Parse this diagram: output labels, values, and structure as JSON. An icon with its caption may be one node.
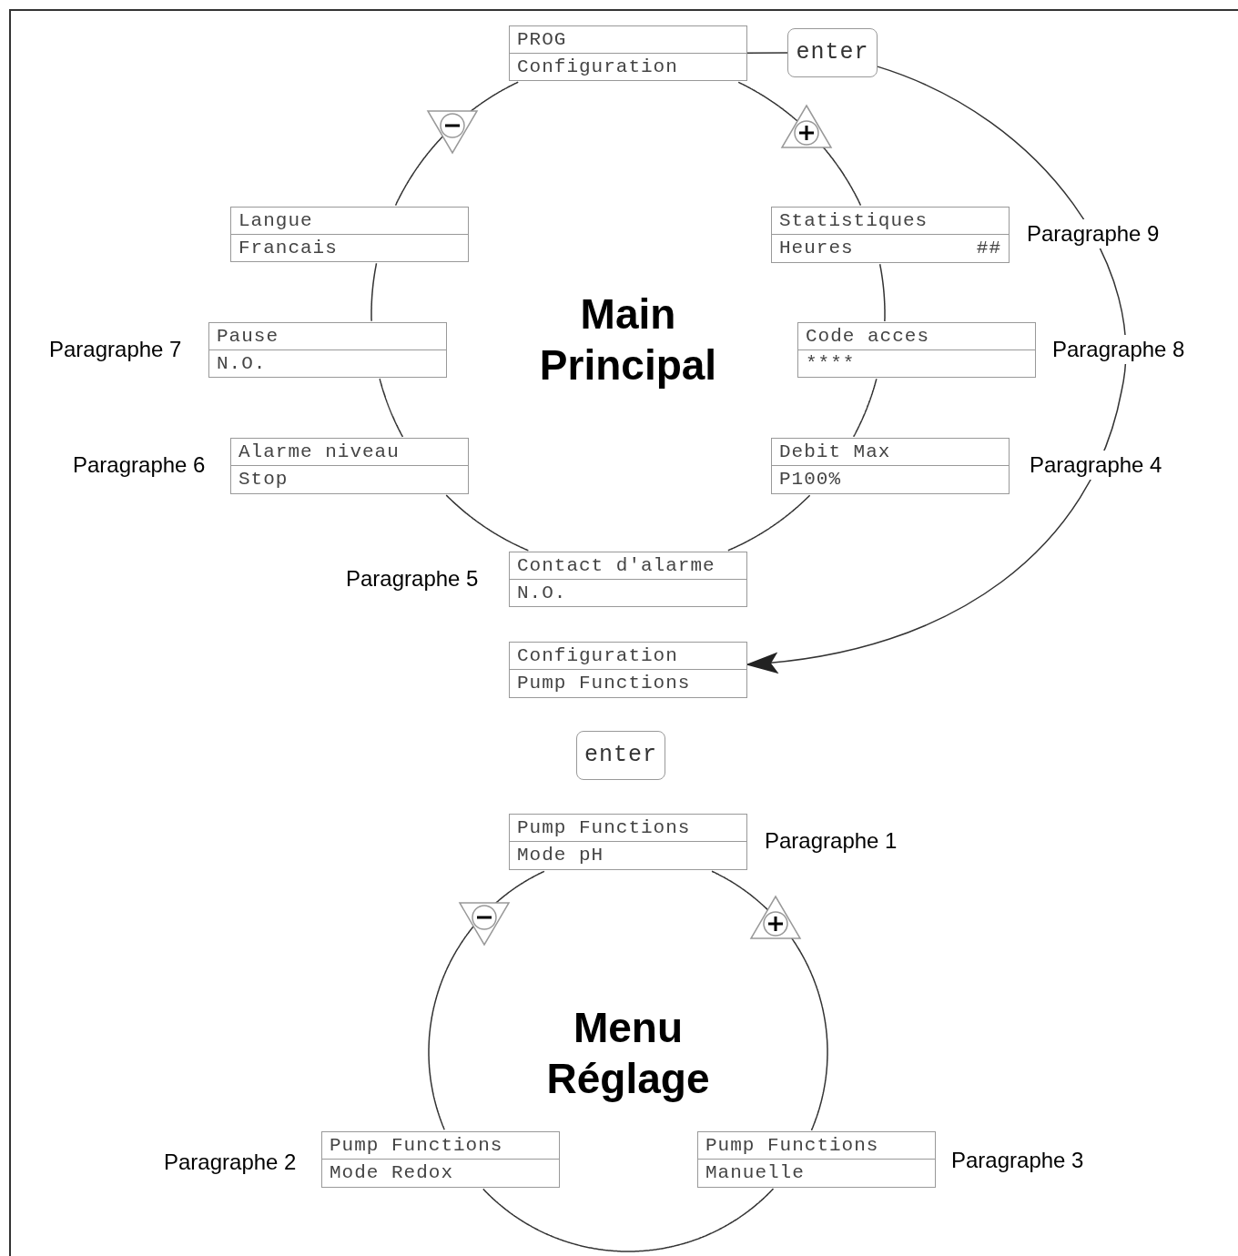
{
  "diagram": {
    "nodes": [
      {
        "text": [
          "PROG",
          "Configuration"
        ]
      },
      {
        "text": [
          "enter"
        ]
      },
      {
        "text": [
          "Langue",
          "Francais"
        ]
      },
      {
        "text": [
          "Statistiques",
          "Heures",
          "##"
        ],
        "beside": [
          "Paragraphe 9"
        ]
      },
      {
        "text": [
          "Pause",
          "N.O."
        ],
        "beside": [
          "Paragraphe 7"
        ]
      },
      {
        "text": [
          "Code acces",
          "****"
        ],
        "beside": [
          "Paragraphe 8"
        ]
      },
      {
        "text": [
          "Alarme niveau",
          "Stop"
        ],
        "beside": [
          "Paragraphe 6"
        ]
      },
      {
        "text": [
          "Debit Max",
          "P100%"
        ],
        "beside": [
          "Paragraphe 4"
        ]
      },
      {
        "text": [
          "Contact d'alarme",
          "N.O."
        ],
        "beside": [
          "Paragraphe 5"
        ]
      },
      {
        "text": [
          "Configuration",
          "Pump Functions"
        ]
      },
      {
        "text": [
          "enter"
        ]
      },
      {
        "text": [
          "Pump Functions",
          "Mode pH"
        ],
        "beside": [
          "Paragraphe 1"
        ]
      },
      {
        "text": [
          "Pump Functions",
          "Mode Redox"
        ],
        "beside": [
          "Paragraphe 2"
        ]
      },
      {
        "text": [
          "Pump Functions",
          "Manuelle"
        ],
        "beside": [
          "Paragraphe 3"
        ]
      }
    ],
    "edges": [
      {
        "from": 0,
        "to": 1,
        "arrow": "none"
      },
      {
        "from": 1,
        "to": 9,
        "arrow": "to"
      },
      {
        "from": 0,
        "to": 2,
        "arrow": "none"
      },
      {
        "from": 2,
        "to": 4,
        "arrow": "none"
      },
      {
        "from": 4,
        "to": 6,
        "arrow": "none"
      },
      {
        "from": 6,
        "to": 8,
        "arrow": "none"
      },
      {
        "from": 8,
        "to": 7,
        "arrow": "none"
      },
      {
        "from": 7,
        "to": 5,
        "arrow": "none"
      },
      {
        "from": 5,
        "to": 3,
        "arrow": "none"
      },
      {
        "from": 3,
        "to": 0,
        "arrow": "none"
      },
      {
        "from": 11,
        "to": 12,
        "arrow": "none"
      },
      {
        "from": 12,
        "to": 13,
        "arrow": "none"
      },
      {
        "from": 13,
        "to": 11,
        "arrow": "none"
      }
    ],
    "labels": [
      "Main Principal",
      "Menu Réglage"
    ]
  }
}
